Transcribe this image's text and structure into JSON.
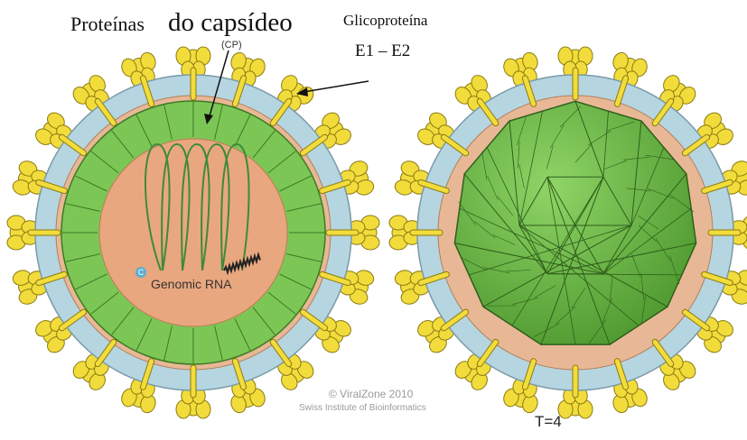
{
  "labels": {
    "capsid_proteins_part1": "Proteínas",
    "capsid_proteins_part2": "do capsídeo",
    "glycoprotein": "Glicoproteína",
    "glycoprotein_ids": "E1 – E2",
    "capsid_protein_abbrev": "(CP)",
    "genomic_rna": "Genomic RNA",
    "c_badge": "C",
    "triangulation": "T=4"
  },
  "credits": {
    "copyright": "© ViralZone 2010",
    "institute": "Swiss Institute of Bioinformatics"
  },
  "colors": {
    "spike_yellow": "#f2dc3c",
    "spike_outline": "#8a7a10",
    "membrane_blue": "#b5d5e0",
    "membrane_rim": "#e8b896",
    "capsid_green": "#7cc656",
    "capsid_outline": "#3d7a22",
    "core_orange": "#e9a77f",
    "rna_green": "#3f8a3a"
  }
}
